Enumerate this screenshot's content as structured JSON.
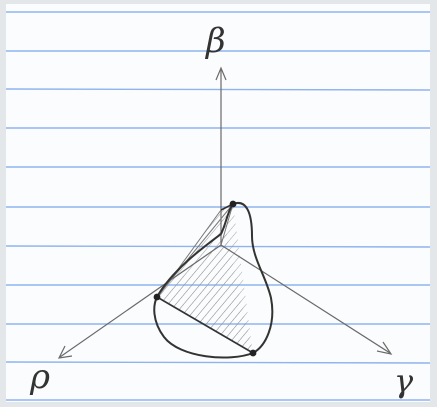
{
  "axis_labels": {
    "beta": "β",
    "rho": "ρ",
    "gamma": "γ"
  },
  "colors": {
    "paper": "#fbfcfd",
    "rule_line": "#8fb3ee",
    "ink": "#333333",
    "axis_ink": "#6a6a6a",
    "hatch": "#9a9a9a",
    "frame": "#d9dde2"
  }
}
